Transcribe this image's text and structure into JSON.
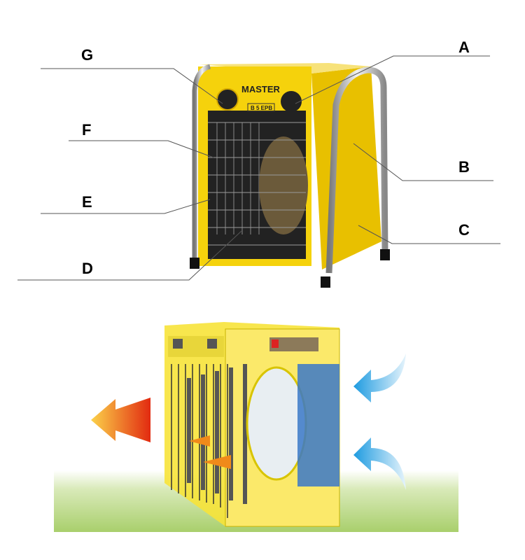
{
  "product": {
    "brand": "MASTER",
    "model": "B 5 EPB"
  },
  "labels": {
    "g": "G",
    "a": "A",
    "f": "F",
    "b": "B",
    "e": "E",
    "c": "C",
    "d": "D"
  },
  "colors": {
    "body": "#f5d20c",
    "frame": "#c9c9c9",
    "hot": "#e8401a",
    "cool": "#3aa6e6",
    "grass": "#b9d98a"
  }
}
